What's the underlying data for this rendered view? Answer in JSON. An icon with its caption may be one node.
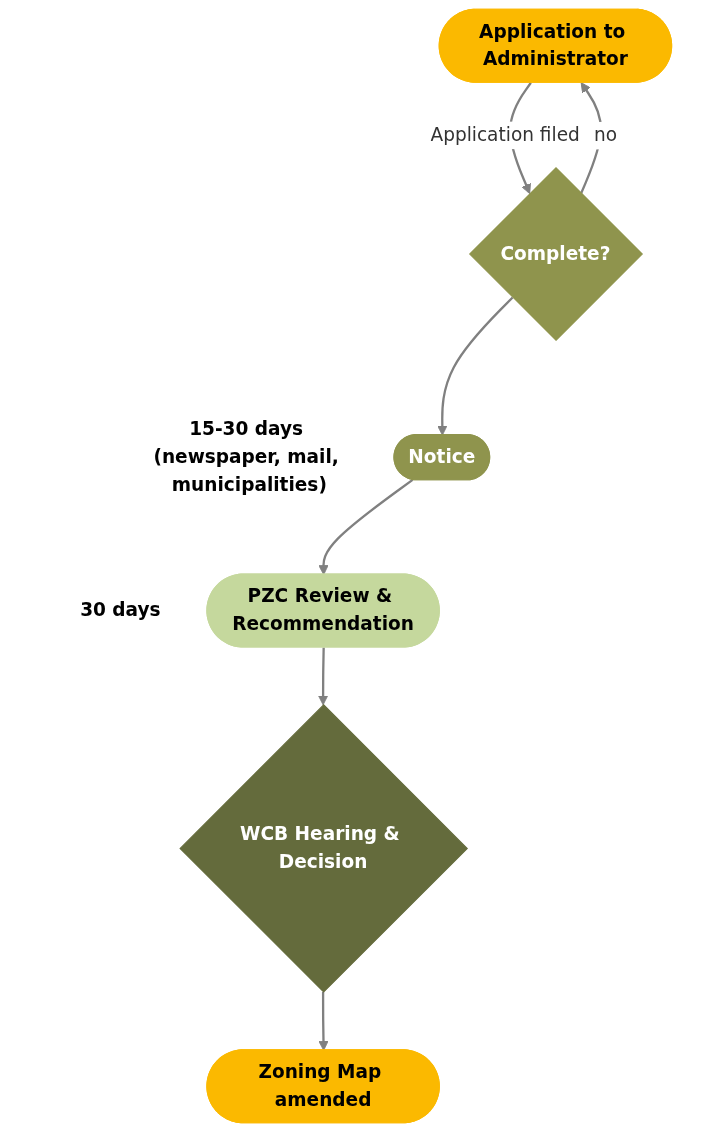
{
  "diagram": {
    "nodes": [
      {
        "text": [
          "Application to Administrator"
        ]
      },
      {
        "text": [
          "Complete?"
        ]
      },
      {
        "text": [
          "Notice"
        ],
        "beside": [
          "15-30 days (newspaper, mail, municipalities)"
        ]
      },
      {
        "text": [
          "PZC Review & Recommendation"
        ],
        "beside": [
          "30 days"
        ]
      },
      {
        "text": [
          "WCB Hearing & Decision"
        ]
      },
      {
        "text": [
          "Zoning Map amended"
        ]
      }
    ],
    "edges": [
      {
        "from": 0,
        "to": 1,
        "arrow": "to",
        "label": "Application filed"
      },
      {
        "from": 1,
        "to": 0,
        "arrow": "to",
        "label": "no"
      },
      {
        "from": 1,
        "to": 2,
        "arrow": "to"
      },
      {
        "from": 2,
        "to": 3,
        "arrow": "to"
      },
      {
        "from": 3,
        "to": 4,
        "arrow": "to"
      },
      {
        "from": 4,
        "to": 5,
        "arrow": "to"
      }
    ]
  }
}
